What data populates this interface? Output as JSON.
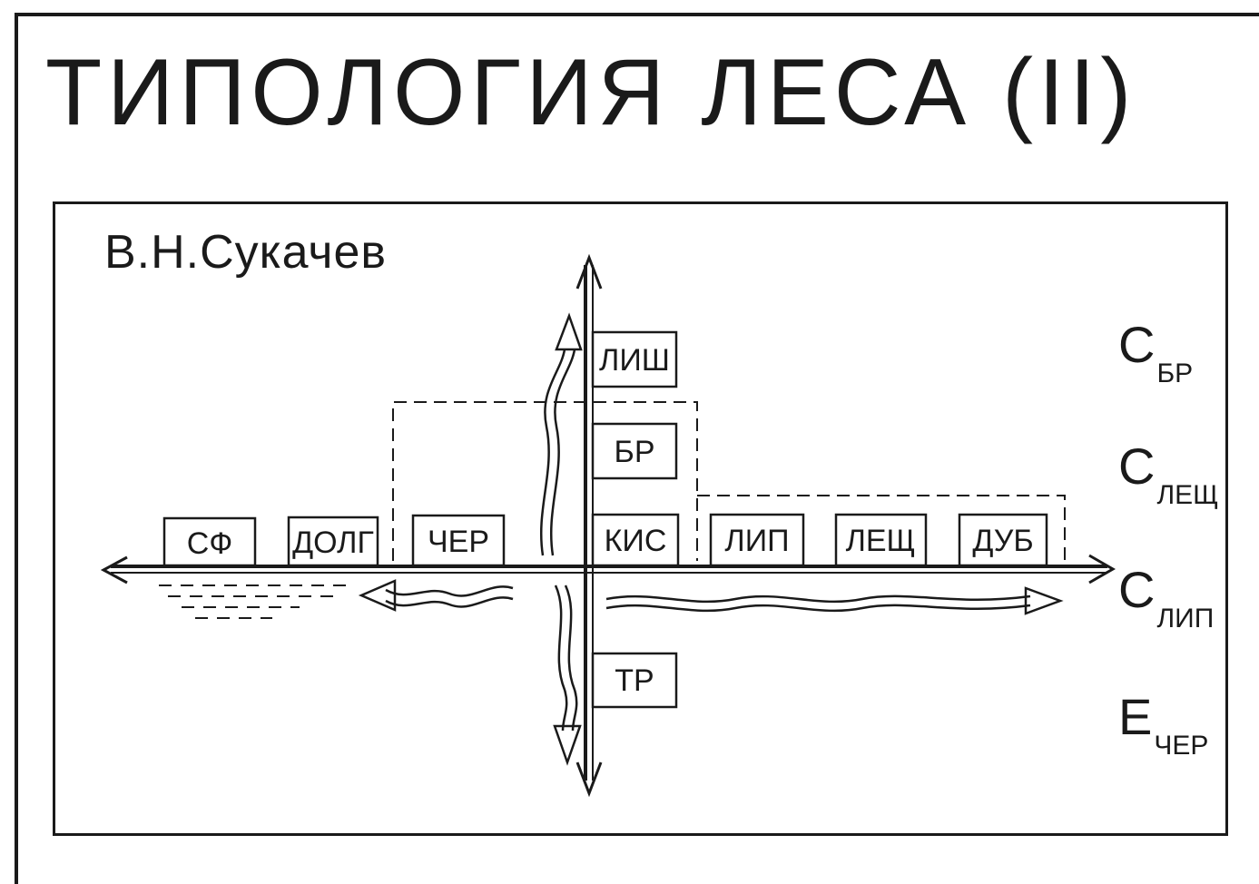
{
  "title": "ТИПОЛОГИЯ ЛЕСА (II)",
  "author": "В.Н.Сукачев",
  "boxes": {
    "sf": "СФ",
    "dolg": "ДОЛГ",
    "cher": "ЧЕР",
    "kis": "КИС",
    "lip": "ЛИП",
    "leshch": "ЛЕЩ",
    "dub": "ДУБ",
    "lish": "ЛИШ",
    "br": "БР",
    "tr": "ТР"
  },
  "formulas": [
    {
      "main": "С",
      "sub": "БР"
    },
    {
      "main": "С",
      "sub": "ЛЕЩ"
    },
    {
      "main": "С",
      "sub": "ЛИП"
    },
    {
      "main": "Е",
      "sub": "ЧЕР"
    }
  ]
}
